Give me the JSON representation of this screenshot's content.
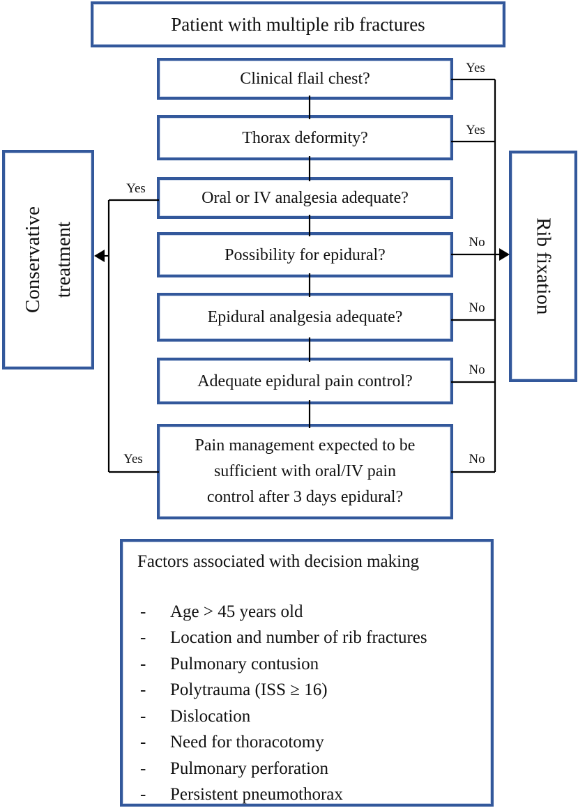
{
  "flowchart": {
    "start_label": "Patient with multiple rib fractures",
    "questions": [
      {
        "label": "Clinical flail chest?",
        "yes": "Yes"
      },
      {
        "label": "Thorax deformity?",
        "yes": "Yes"
      },
      {
        "label": "Oral or IV analgesia adequate?",
        "yes": "Yes"
      },
      {
        "label": "Possibility for epidural?",
        "no": "No"
      },
      {
        "label": "Epidural analgesia adequate?",
        "no": "No"
      },
      {
        "label": "Adequate epidural pain control?",
        "no": "No"
      },
      {
        "label": "Pain management expected to be sufficient with oral/IV pain control after 3 days epidural?",
        "yes": "Yes",
        "no": "No"
      }
    ],
    "outcome_left": "Conservative treatment",
    "outcome_right": "Rib fixation",
    "factors": {
      "title": "Factors associated with decision making",
      "bullet": "-",
      "items": [
        "Age > 45 years old",
        "Location and number of rib fractures",
        "Pulmonary contusion",
        "Polytrauma (ISS ≥ 16)",
        "Dislocation",
        "Need for thoracotomy",
        "Pulmonary perforation",
        "Persistent pneumothorax"
      ]
    },
    "colors": {
      "box_border": "#33589B",
      "connector_line": "#000000",
      "text": "#111111"
    }
  }
}
